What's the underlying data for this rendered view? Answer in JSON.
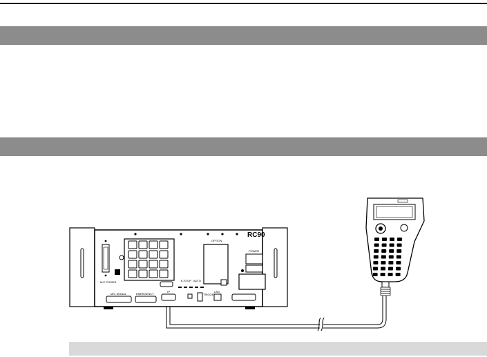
{
  "diagram": {
    "controller_model": "RC90",
    "panel_labels": {
      "mt_power": "M/C POWER",
      "mt_signal": "M/C SIGNAL",
      "emergency": "EMERGENCY",
      "tp": "TP",
      "estop": "E-STOP",
      "auto": "AUTO",
      "option": "OPTION",
      "power": "POWER",
      "trigger": "TRIGGER",
      "lan": "LAN"
    }
  }
}
